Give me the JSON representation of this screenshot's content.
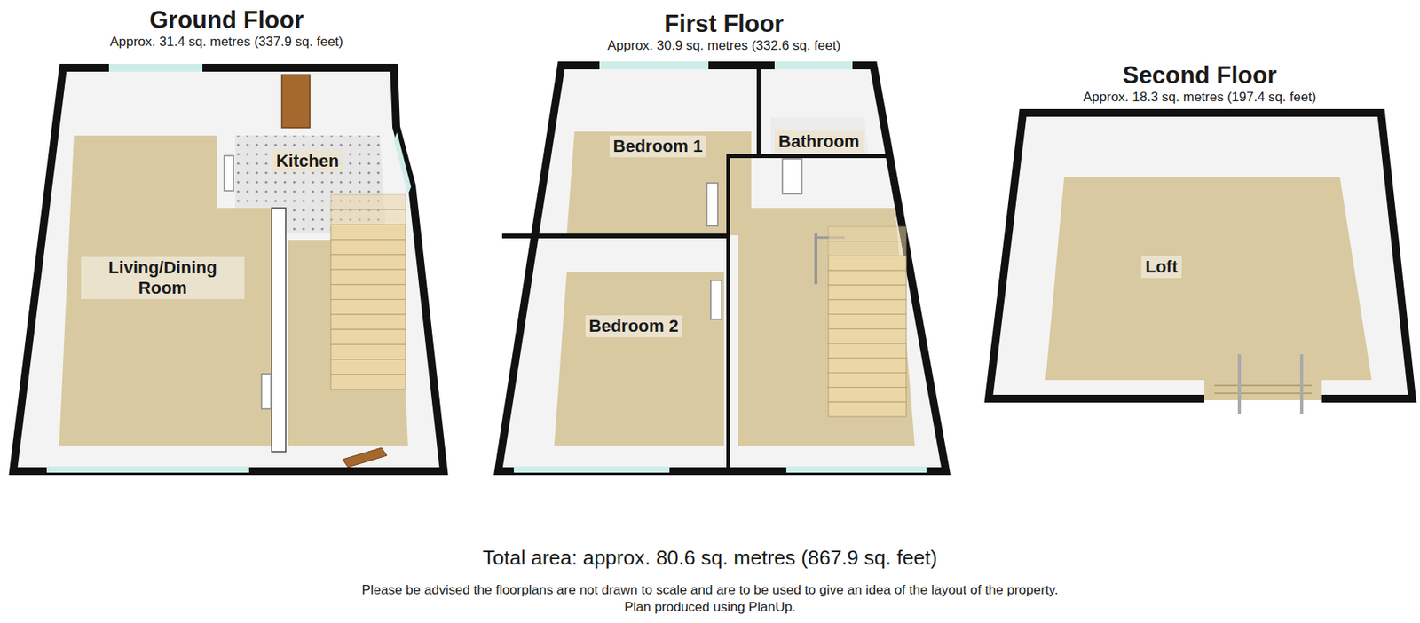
{
  "diagram": {
    "nodes": [
      {
        "text": [
          "Ground Floor",
          "Approx. 31.4 sq. metres (337.9 sq. feet)"
        ]
      },
      {
        "text": [
          "Living/Dining Room"
        ],
        "in": 0
      },
      {
        "text": [
          "Kitchen"
        ],
        "in": 0
      },
      {
        "text": [
          "First Floor",
          "Approx. 30.9 sq. metres (332.6 sq. feet)"
        ]
      },
      {
        "text": [
          "Bedroom 1"
        ],
        "in": 3
      },
      {
        "text": [
          "Bathroom"
        ],
        "in": 3
      },
      {
        "text": [
          "Bedroom 2"
        ],
        "in": 3
      },
      {
        "text": [
          "Second Floor",
          "Approx. 18.3 sq. metres (197.4 sq. feet)"
        ]
      },
      {
        "text": [
          "Loft"
        ],
        "in": 7
      }
    ],
    "labels": [
      "Total area: approx. 80.6 sq. metres (867.9 sq. feet)",
      "Please be advised the floorplans are not drawn to scale and are to be used to give an idea of the layout of the property.",
      "Plan produced using PlanUp."
    ]
  }
}
